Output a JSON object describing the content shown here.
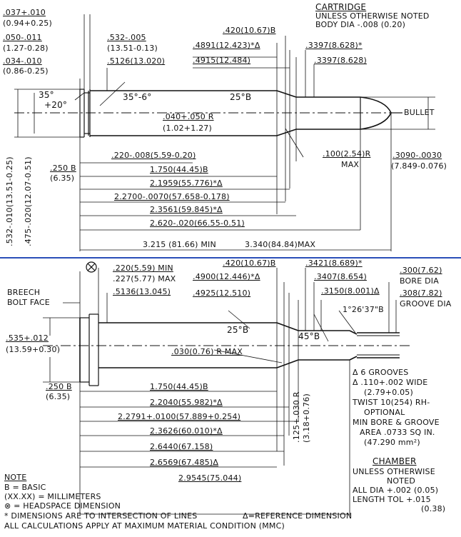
{
  "cartridge": {
    "title": "CARTRIDGE",
    "notes": [
      "UNLESS OTHERWISE NOTED",
      "BODY DIA -.008 (0.20)"
    ],
    "bullet_label": "BULLET",
    "dims": {
      "d1": ".037+.010",
      "d1m": "(0.94+0.25)",
      "d2": ".050-.011",
      "d2m": "(1.27-0.28)",
      "d3": ".034-.010",
      "d3m": "(0.86-0.25)",
      "d4": ".532-.005",
      "d4m": "(13.51-0.13)",
      "d5": ".5126(13.020)",
      "d6": ".420(10.67)B",
      "d7": ".4891(12.423)*Δ",
      "d8": ".4915(12.484)",
      "d9": ".3397(8.628)*",
      "d10": ".3397(8.628)",
      "a1": "35°",
      "a1b": "+20°",
      "a2": "35°-6°",
      "a3": "25°B",
      "r1": ".040+.050 R",
      "r1m": "(1.02+1.27)",
      "l1": ".220-.008(5.59-0.20)",
      "l2": "1.750(44.45)B",
      "l3": "2.1959(55.776)*Δ",
      "l4": "2.2700-.0070(57.658-0.178)",
      "l5": "2.3561(59.845)*Δ",
      "l6": "2.620-.020(66.55-0.51)",
      "l7a": "3.215  (81.66)  MIN",
      "l7b": "3.340(84.84)MAX",
      "b1": ".250 B",
      "b1m": "(6.35)",
      "v1": ".532-.010(13.51-0.25)",
      "v2": ".475-.020(12.07-0.51)",
      "r2": ".100(2.54)R",
      "r2m": "MAX",
      "bd": ".3090-.0030",
      "bdm": "(7.849-0.076)"
    }
  },
  "chamber": {
    "title": "CHAMBER",
    "notes": [
      "UNLESS OTHERWISE",
      "NOTED",
      "ALL DIA +.002 (0.05)",
      "LENGTH TOL +.015",
      "(0.38)"
    ],
    "breech": [
      "BREECH",
      "BOLT FACE"
    ],
    "dims": {
      "c1": ".220(5.59) MIN",
      "c2": ".227(5.77) MAX",
      "c3": ".5136(13.045)",
      "c4": ".420(10.67)B",
      "c5": ".4900(12.446)*Δ",
      "c6": ".4925(12.510)",
      "c7": ".3421(8.689)*",
      "c8": ".3407(8.654)",
      "c9": ".3150(8.001)Δ",
      "c10": ".300(7.62)",
      "c10b": "BORE DIA",
      "c11": ".308(7.82)",
      "c11b": "GROOVE DIA",
      "ang1": "25°B",
      "ang2": "45°B",
      "ang3": "1°26'37\"B",
      "dia1": ".535+.012",
      "dia1m": "(13.59+0.30)",
      "r3": ".030(0.76) R MAX",
      "b2": ".250 B",
      "b2m": "(6.35)",
      "m1": "1.750(44.45)B",
      "m2": "2.2040(55.982)*Δ",
      "m3": "2.2791+.0100(57.889+0.254)",
      "m4": "2.3626(60.010)*Δ",
      "m5": "2.6440(67.158)",
      "m6": "2.6569(67.485)Δ",
      "m7": "2.9545(75.044)",
      "vr": ".125+.030 R",
      "vrm": "(3.18+0.76)"
    },
    "grooves": [
      "Δ 6 GROOVES",
      "Δ .110+.002 WIDE",
      "(2.79+0.05)",
      "TWIST 10(254) RH-",
      "OPTIONAL",
      "MIN BORE & GROOVE",
      "AREA .0733 SQ IN.",
      "(47.290 mm²)"
    ]
  },
  "note": {
    "title": "NOTE",
    "lines": [
      "B = BASIC",
      "(XX.XX) = MILLIMETERS",
      "⊗ = HEADSPACE DIMENSION",
      "* DIMENSIONS ARE TO INTERSECTION OF LINES",
      "Δ=REFERENCE DIMENSION",
      "ALL CALCULATIONS APPLY AT MAXIMUM MATERIAL CONDITION (MMC)"
    ]
  },
  "colors": {
    "divider": "#2a4fb8",
    "ink": "#111111"
  }
}
